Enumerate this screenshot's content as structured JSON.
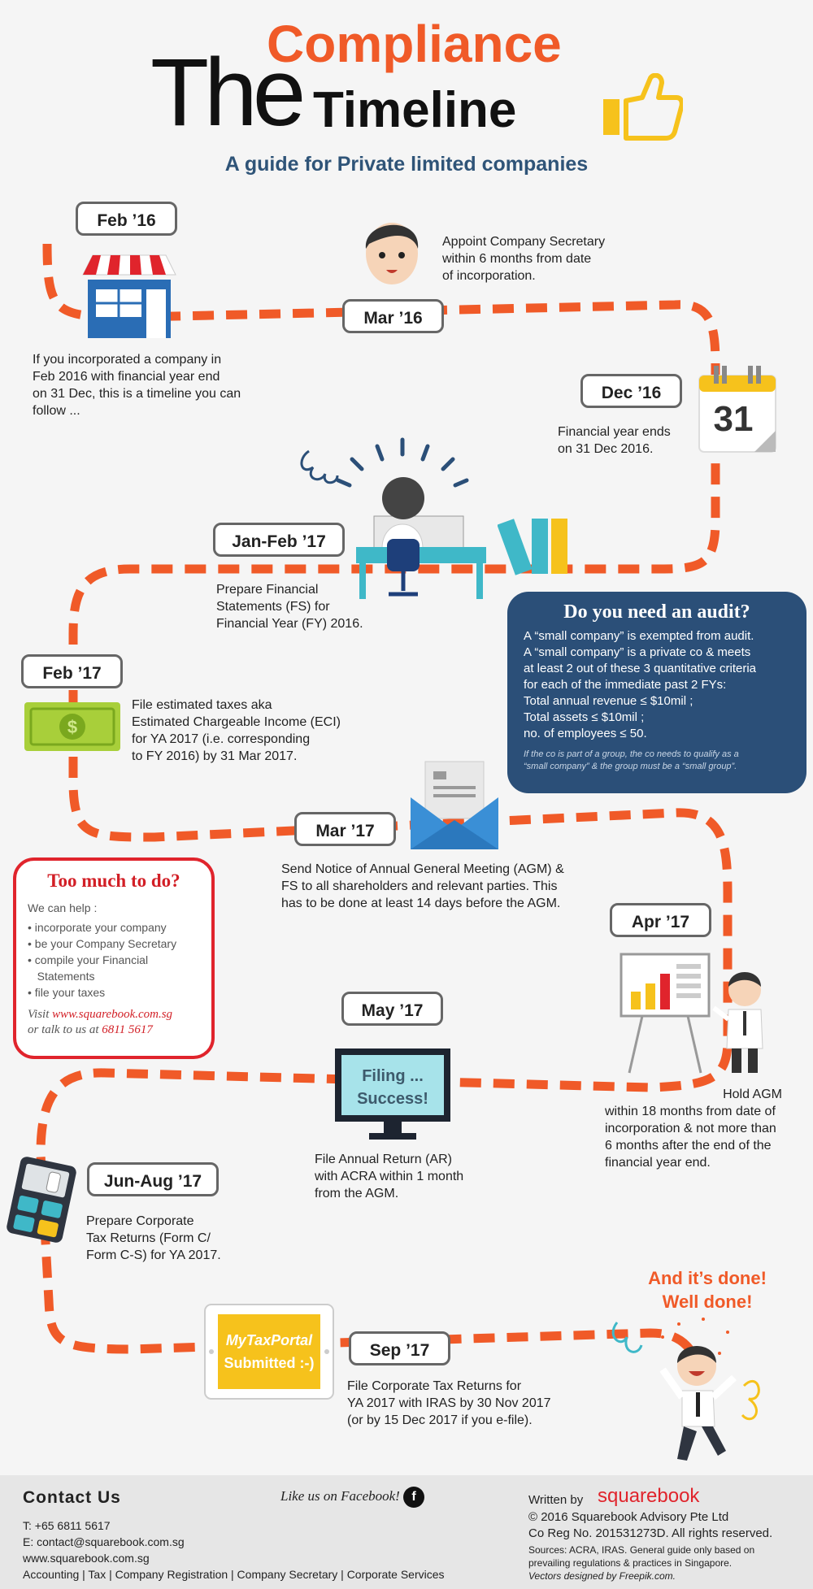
{
  "title": {
    "the": "The",
    "compliance": "Compliance",
    "timeline": "Timeline"
  },
  "subtitle": "A guide for Private limited companies",
  "steps": [
    {
      "date": "Feb ’16",
      "text": [
        "If you incorporated a company in",
        "Feb 2016 with financial year end",
        "on 31 Dec, this is a timeline you can",
        "follow ..."
      ]
    },
    {
      "date": "Mar ’16",
      "text": [
        "Appoint Company Secretary",
        "within 6 months from date",
        "of incorporation."
      ]
    },
    {
      "date": "Dec ’16",
      "text": [
        "Financial year ends",
        "on 31 Dec 2016."
      ]
    },
    {
      "date": "Jan-Feb ’17",
      "text": [
        "Prepare Financial",
        "Statements (FS) for",
        "Financial Year (FY) 2016."
      ]
    },
    {
      "date": "Feb ’17",
      "text": [
        "File estimated taxes aka",
        "Estimated Chargeable Income (ECI)",
        "for YA 2017 (i.e. corresponding",
        "to FY 2016) by 31 Mar 2017."
      ]
    },
    {
      "date": "Mar ’17",
      "text": [
        "Send Notice of Annual General Meeting (AGM) &",
        "FS to all shareholders and relevant parties. This",
        "has to be done at least 14 days before the AGM."
      ]
    },
    {
      "date": "Apr ’17",
      "text": [
        "Hold AGM",
        "within 18 months from date of",
        "incorporation & not more than",
        "6 months after the end of the",
        "financial year end."
      ]
    },
    {
      "date": "May ’17",
      "text": [
        "File Annual Return (AR)",
        "with ACRA within 1 month",
        "from the AGM."
      ]
    },
    {
      "date": "Jun-Aug ’17",
      "text": [
        "Prepare Corporate",
        "Tax Returns (Form C/",
        "Form C-S) for YA 2017."
      ]
    },
    {
      "date": "Sep ’17",
      "text": [
        "File Corporate Tax Returns for",
        "YA 2017 with IRAS by 30 Nov 2017",
        "(or by 15 Dec 2017 if you e-file)."
      ]
    }
  ],
  "calendar_day": "31",
  "monitor_text": [
    "Filing ...",
    "Success!"
  ],
  "tablet_text": [
    "MyTaxPortal",
    "Submitted :-)"
  ],
  "money_symbol": "$",
  "audit": {
    "heading": "Do you need an audit?",
    "lines": [
      "A “small company” is exempted from audit.",
      "A “small company” is a private co & meets",
      "at least 2 out of these 3 quantitative criteria",
      "for each of the immediate past 2 FYs:",
      "Total annual revenue ≤ $10mil ;",
      "Total assets ≤ $10mil ;",
      "no. of employees ≤ 50."
    ],
    "note": [
      "If the co is part of a group, the co needs to qualify as a",
      "“small company” & the group must be a “small group”."
    ]
  },
  "help": {
    "heading": "Too much to do?",
    "intro": "We can help :",
    "items": [
      "• incorporate your company",
      "• be your Company Secretary",
      "• compile your Financial",
      "   Statements",
      "• file your taxes"
    ],
    "visit_prefix": "Visit ",
    "visit_url": "www.squarebook.com.sg",
    "talk_prefix": "or talk to us at ",
    "phone": "6811 5617"
  },
  "done": [
    "And it’s done!",
    "Well done!"
  ],
  "footer": {
    "contact_heading": "Contact Us",
    "facebook": "Like us on Facebook!",
    "facebook_icon": "f",
    "lines": [
      "T: +65 6811 5617",
      "E: contact@squarebook.com.sg",
      "www.squarebook.com.sg",
      "Accounting | Tax | Company Registration | Company Secretary | Corporate Services"
    ],
    "written_by": "Written by",
    "brand": "squarebook",
    "right_lines": [
      "© 2016 Squarebook Advisory Pte Ltd",
      "Co Reg No. 201531273D. All rights reserved."
    ],
    "sources": [
      "Sources: ACRA, IRAS. General guide only based on",
      "prevailing regulations & practices in Singapore."
    ],
    "credit": "Vectors designed by Freepik.com."
  },
  "colors": {
    "accent": "#f05a28",
    "navy": "#2b4f78",
    "red": "#e0242c",
    "pill_border": "#666666"
  }
}
